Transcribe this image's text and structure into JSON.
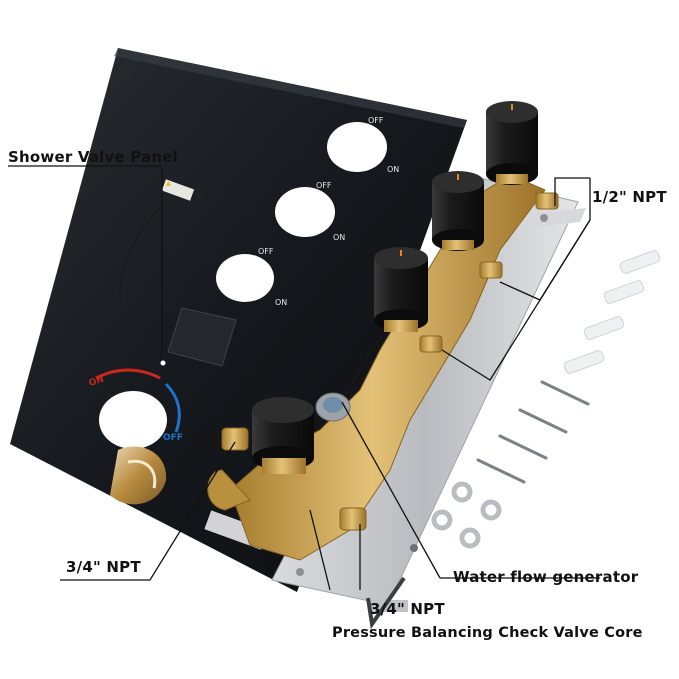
{
  "labels": {
    "panel": "Shower Valve Panel",
    "npt_half": "1/2\" NPT",
    "npt_three_quarter_left": "3/4\" NPT",
    "npt_three_quarter_bottom": "3/4\" NPT",
    "water_flow": "Water flow generator",
    "pressure_core": "Pressure Balancing Check Valve Core"
  },
  "panel_marks": {
    "off": "OFF",
    "on": "ON",
    "dial_on": "ON",
    "dial_off": "OFF"
  },
  "colors": {
    "panel": "#15181c",
    "brass": "#c9a24e",
    "steel": "#c7c9cc",
    "knob": "#1a1a1a",
    "dial_red": "#c8281e",
    "dial_blue": "#1e73c8"
  }
}
